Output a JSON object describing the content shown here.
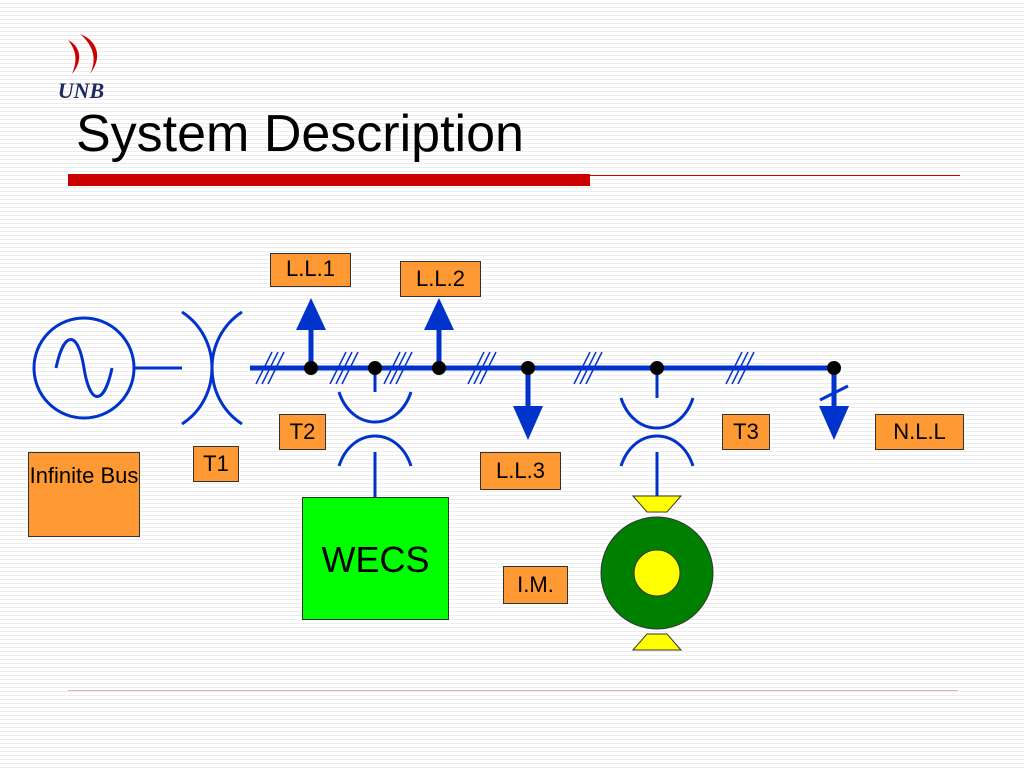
{
  "header": {
    "logo_text": "UNB",
    "title": "System Description"
  },
  "labels": {
    "ll1": "L.L.1",
    "ll2": "L.L.2",
    "ll3": "L.L.3",
    "t1": "T1",
    "t2": "T2",
    "t3": "T3",
    "nll": "N.L.L",
    "infinite_bus": "Infinite Bus",
    "wecs": "WECS",
    "im": "I.M."
  },
  "colors": {
    "bus_line": "#0033cc",
    "label_fill": "#ff9933",
    "wecs_fill": "#00ff00",
    "motor_outer": "#008000",
    "motor_inner": "#ffff00",
    "title_rule": "#cc0000"
  }
}
